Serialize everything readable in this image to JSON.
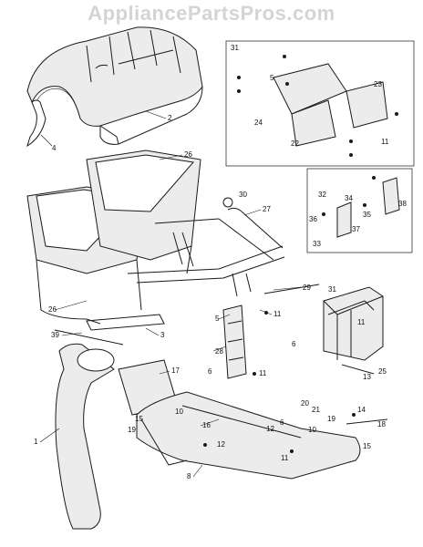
{
  "watermark": "AppliancePartsPros.com",
  "callouts": {
    "c1": "1",
    "c2": "2",
    "c3": "3",
    "c4": "4",
    "c5a": "5",
    "c5b": "5",
    "c6a": "6",
    "c6b": "6",
    "c6c": "6",
    "c8": "8",
    "c10a": "10",
    "c10b": "10",
    "c11a": "11",
    "c11b": "11",
    "c11c": "11",
    "c11d": "11",
    "c11e": "11",
    "c12a": "12",
    "c12b": "12",
    "c13": "13",
    "c14": "14",
    "c15a": "15",
    "c15b": "15",
    "c16": "16",
    "c17": "17",
    "c18": "18",
    "c19a": "19",
    "c19b": "19",
    "c20": "20",
    "c21": "21",
    "c22": "22",
    "c23": "23",
    "c24": "24",
    "c25": "25",
    "c26a": "26",
    "c26b": "26",
    "c27": "27",
    "c28": "28",
    "c29": "29",
    "c30": "30",
    "c31a": "31",
    "c31b": "31",
    "c32": "32",
    "c33": "33",
    "c34": "34",
    "c35": "35",
    "c36": "36",
    "c37": "37",
    "c38": "38",
    "c39": "39"
  }
}
